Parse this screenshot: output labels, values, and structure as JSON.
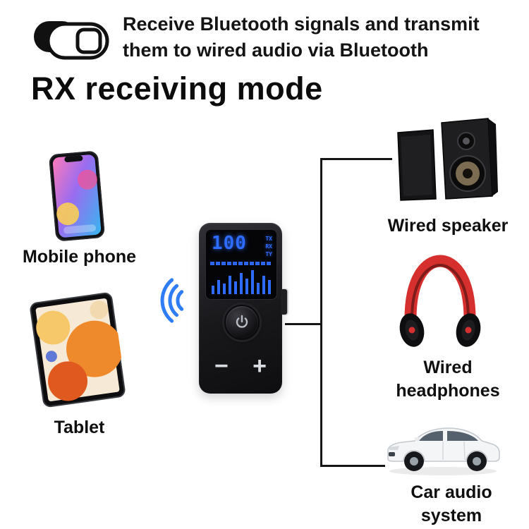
{
  "header": {
    "line1": "Receive Bluetooth signals and transmit",
    "line2": "them to wired audio via Bluetooth"
  },
  "title": "RX receiving mode",
  "devices": {
    "phone": {
      "label": "Mobile phone"
    },
    "tablet": {
      "label": "Tablet"
    },
    "speaker": {
      "label": "Wired speaker"
    },
    "headphones": {
      "label_line1": "Wired",
      "label_line2": "headphones"
    },
    "car": {
      "label_line1": "Car audio",
      "label_line2": "system"
    }
  },
  "adapter": {
    "display_value": "100",
    "indicators": [
      "TX",
      "RX",
      "TY"
    ],
    "volume_down": "−",
    "volume_up": "+"
  },
  "colors": {
    "display_blue": "#2e6bff",
    "bluetooth_blue": "#2e7df6",
    "headphone_red": "#d6302e",
    "connector_black": "#151515"
  }
}
